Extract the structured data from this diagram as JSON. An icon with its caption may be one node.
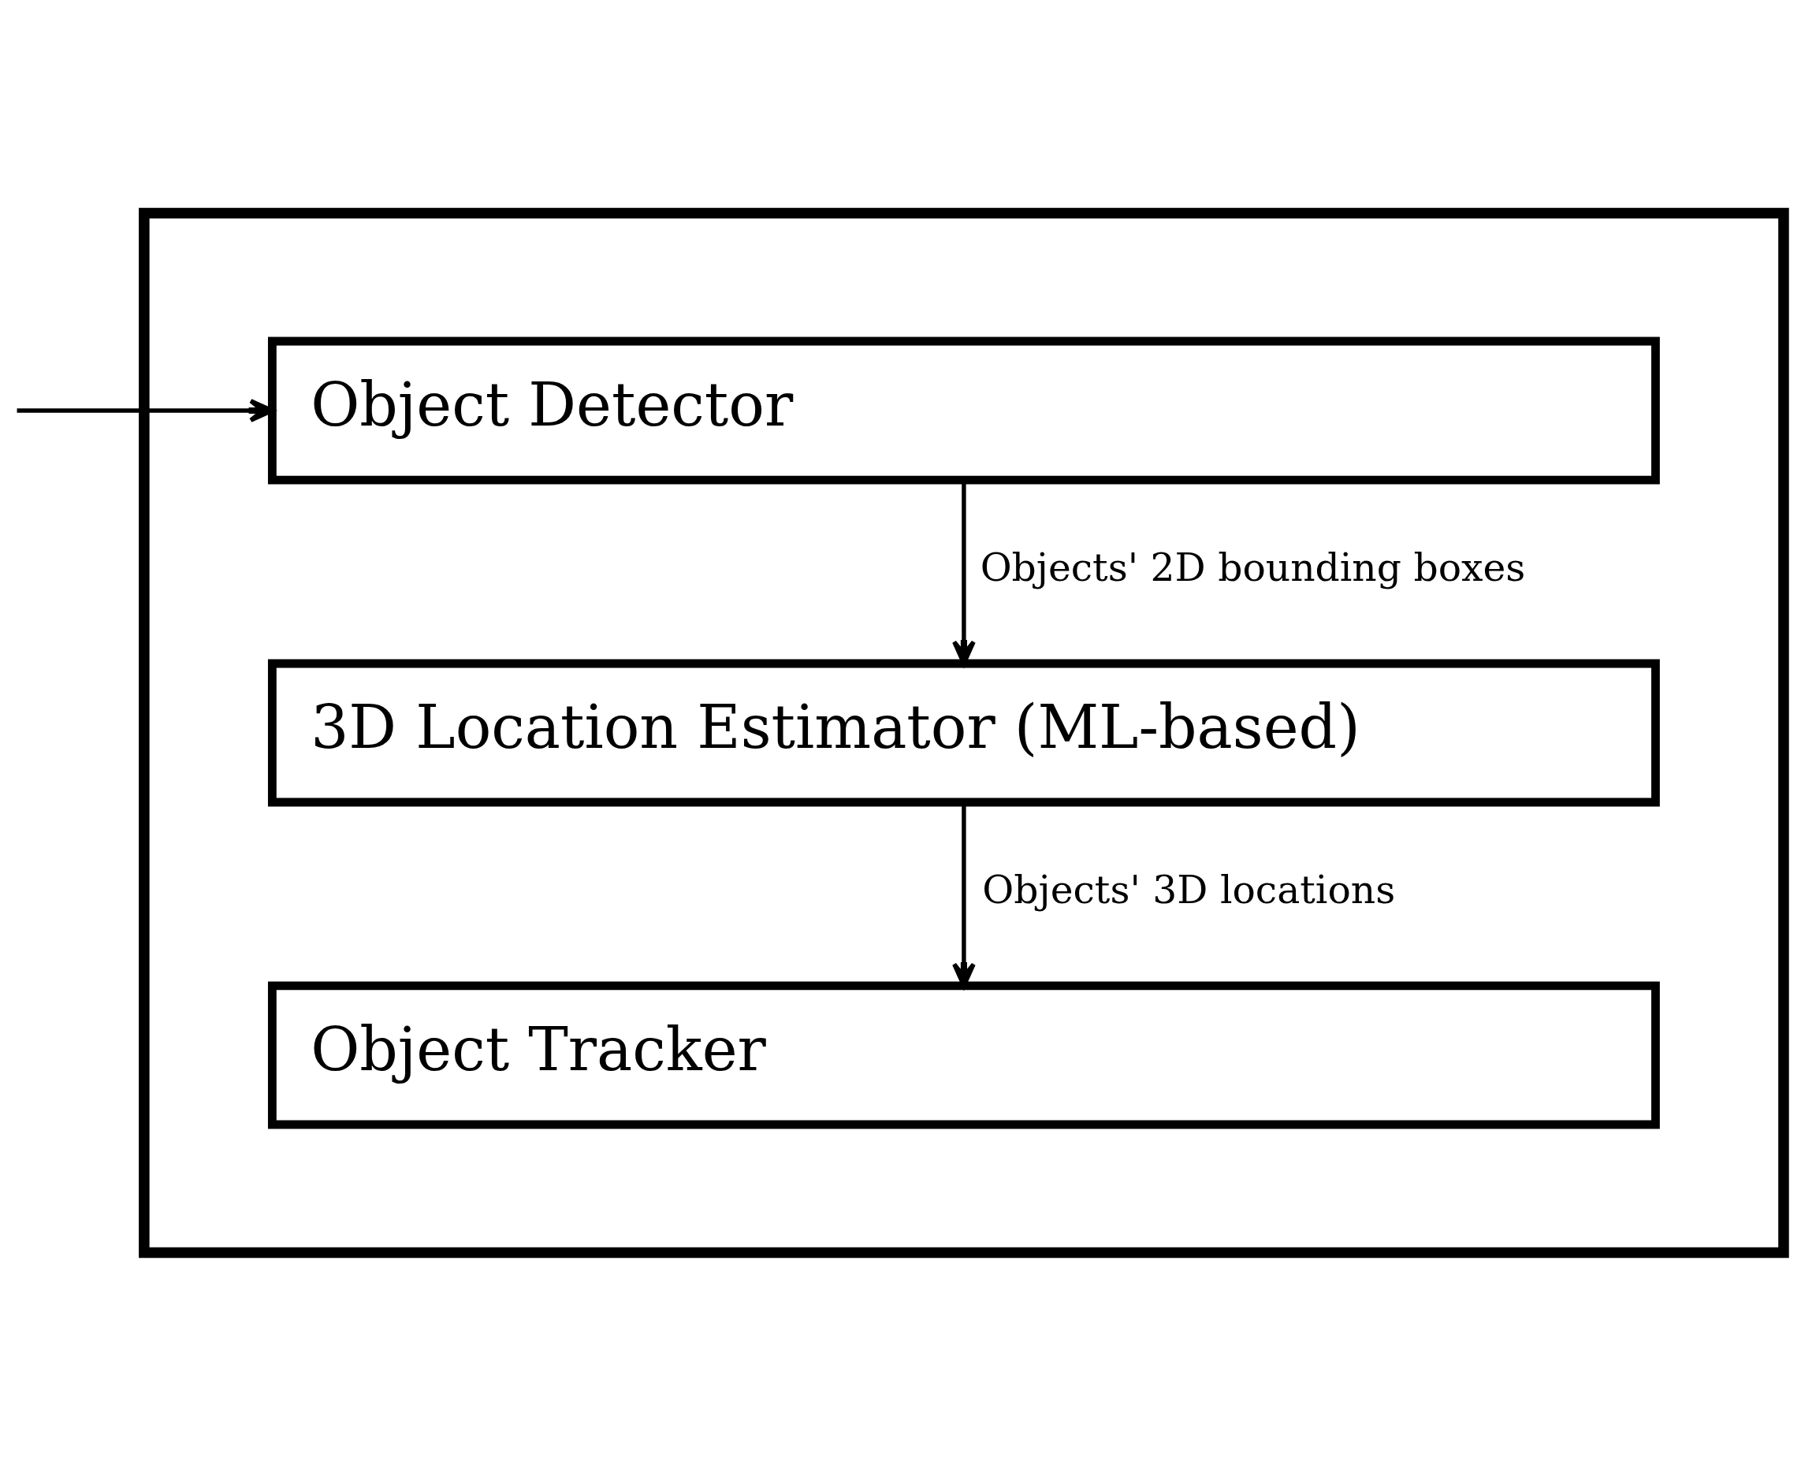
{
  "diagram": {
    "nodes": [
      {
        "text": [],
        "shape": "box"
      },
      {
        "text": [
          "Object Detector"
        ],
        "in": 0
      },
      {
        "text": [
          "3D Location Estimator (ML-based)"
        ],
        "in": 0
      },
      {
        "text": [
          "Object Tracker"
        ],
        "in": 0
      }
    ],
    "edges": [
      {
        "from": null,
        "to": 1,
        "arrow": "to"
      },
      {
        "from": 1,
        "to": 2,
        "arrow": "to",
        "label": "Objects' 2D bounding boxes"
      },
      {
        "from": 2,
        "to": 3,
        "arrow": "to",
        "label": "Objects' 3D locations"
      }
    ]
  }
}
